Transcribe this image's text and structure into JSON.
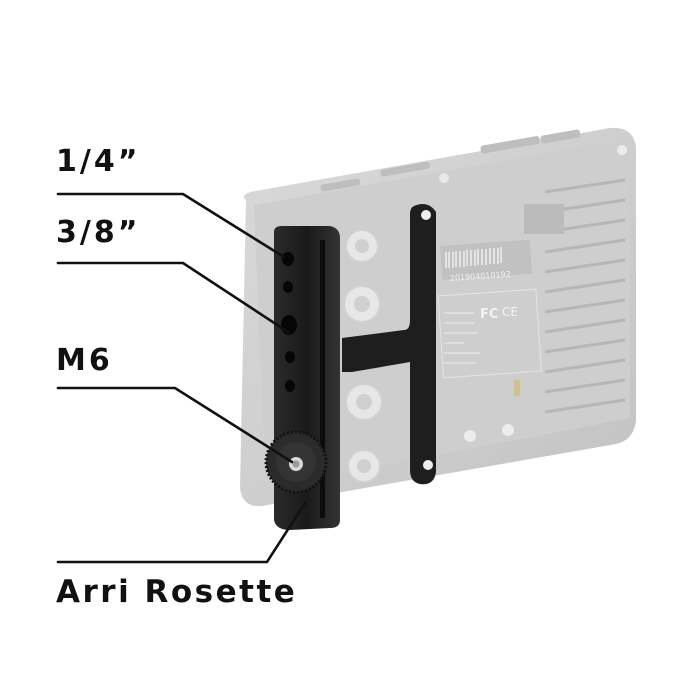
{
  "figure": {
    "type": "annotated-product-photo",
    "subject": "monitor-mounting-bracket",
    "colors": {
      "background": "#ffffff",
      "label_text": "#111111",
      "leader_line": "#111111",
      "bracket": "#1c1c1c",
      "monitor_body": "#c8c8c8",
      "monitor_shadow": "#a9a9a9"
    }
  },
  "callouts": [
    {
      "id": "quarter-inch",
      "label": "1/4”",
      "target": "top threaded hole"
    },
    {
      "id": "three-eighth-inch",
      "label": "3/8”",
      "target": "large threaded hole"
    },
    {
      "id": "m6",
      "label": "M6",
      "target": "rosette center threaded hole"
    },
    {
      "id": "arri-rosette",
      "label": "Arri Rosette",
      "target": "rosette toothed face"
    }
  ],
  "device_label": {
    "serial": "201904010192",
    "marks": [
      "FC",
      "CE"
    ]
  }
}
